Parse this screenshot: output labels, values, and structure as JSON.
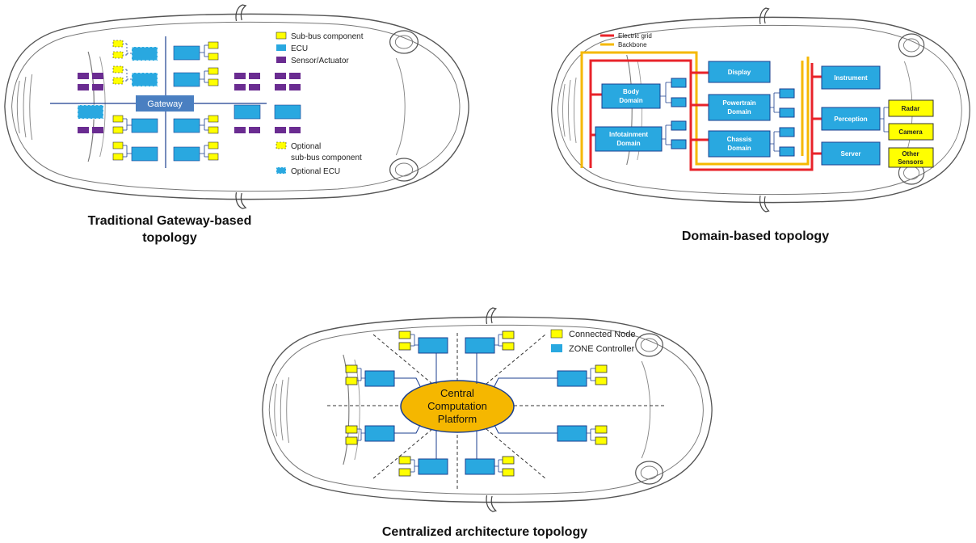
{
  "colors": {
    "ecu": "#29a8e0",
    "ecu_border": "#1b3f8f",
    "sub_bus": "#ffff00",
    "sensor": "#6a2c91",
    "gateway": "#4a7fc1",
    "electric_grid": "#e8232a",
    "backbone": "#f5b800",
    "central": "#f5b700",
    "outline": "#555555"
  },
  "gateway_diagram": {
    "hub_label": "Gateway",
    "legend": [
      {
        "label": "Sub-bus component",
        "swatch": "sub_bus"
      },
      {
        "label": "ECU",
        "swatch": "ecu"
      },
      {
        "label": "Sensor/Actuator",
        "swatch": "sensor"
      }
    ],
    "optional_legend": [
      {
        "label": "Optional",
        "label2": "sub-bus component",
        "swatch": "sub_bus_dashed"
      },
      {
        "label": "Optional ECU",
        "swatch": "ecu_dashed"
      }
    ],
    "caption_line1": "Traditional Gateway-based",
    "caption_line2": "topology"
  },
  "domain_diagram": {
    "legend": [
      {
        "label": "Electric grid",
        "swatch": "electric_grid"
      },
      {
        "label": "Backbone",
        "swatch": "backbone"
      }
    ],
    "domains": {
      "body": [
        "Body",
        "Domain"
      ],
      "infotainment": [
        "Infotainment",
        "Domain"
      ],
      "display": [
        "Display"
      ],
      "powertrain": [
        "Powertrain",
        "Domain"
      ],
      "chassis": [
        "Chassis",
        "Domain"
      ],
      "instrument": [
        "Instrument"
      ],
      "perception": [
        "Perception"
      ],
      "server": [
        "Server"
      ]
    },
    "sensors": {
      "radar": [
        "Radar"
      ],
      "camera": [
        "Camera"
      ],
      "other": [
        "Other",
        "Sensors"
      ]
    },
    "caption": "Domain-based topology"
  },
  "central_diagram": {
    "center_lines": [
      "Central",
      "Computation",
      "Platform"
    ],
    "legend": [
      {
        "label": "Connected Node",
        "swatch": "sub_bus"
      },
      {
        "label": "ZONE Controller",
        "swatch": "ecu"
      }
    ],
    "caption": "Centralized architecture topology"
  }
}
